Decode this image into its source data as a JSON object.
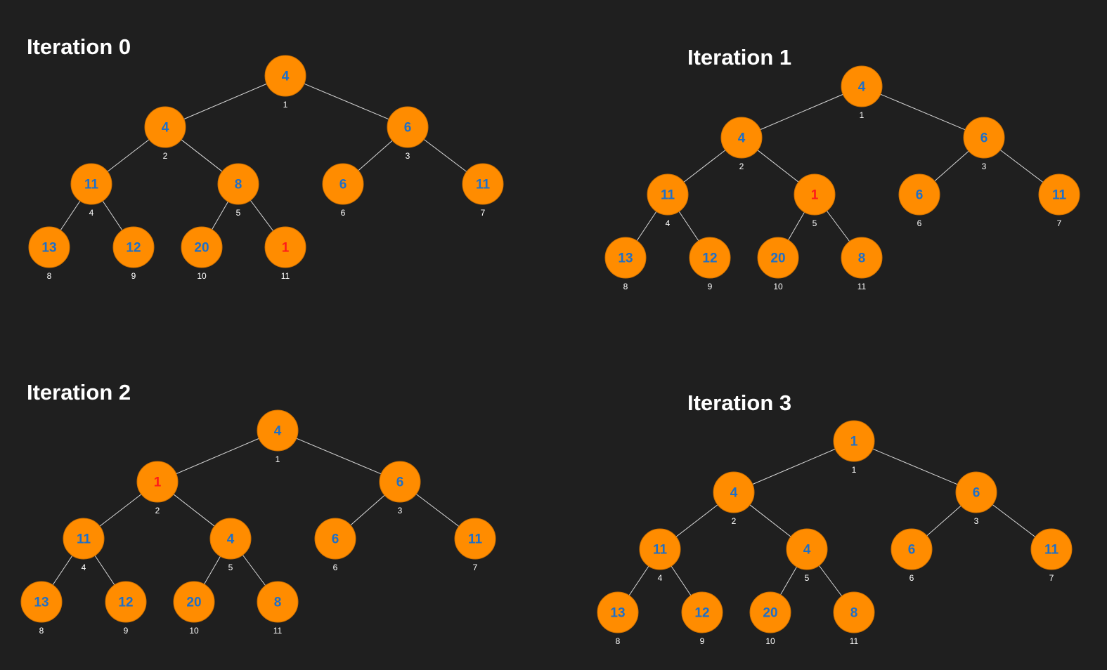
{
  "colors": {
    "background": "#1f1f1f",
    "node_fill": "#ff8c00",
    "value_text": "#1e6fc8",
    "highlight_text": "#ff1a1a",
    "edge": "#d9d9d9",
    "label_text": "#ffffff"
  },
  "panels": [
    {
      "title": "Iteration 0",
      "nodes": [
        {
          "index": "1",
          "value": "4",
          "highlight": false
        },
        {
          "index": "2",
          "value": "4",
          "highlight": false
        },
        {
          "index": "3",
          "value": "6",
          "highlight": false
        },
        {
          "index": "4",
          "value": "11",
          "highlight": false
        },
        {
          "index": "5",
          "value": "8",
          "highlight": false
        },
        {
          "index": "6",
          "value": "6",
          "highlight": false
        },
        {
          "index": "7",
          "value": "11",
          "highlight": false
        },
        {
          "index": "8",
          "value": "13",
          "highlight": false
        },
        {
          "index": "9",
          "value": "12",
          "highlight": false
        },
        {
          "index": "10",
          "value": "20",
          "highlight": false
        },
        {
          "index": "11",
          "value": "1",
          "highlight": true
        }
      ]
    },
    {
      "title": "Iteration 1",
      "nodes": [
        {
          "index": "1",
          "value": "4",
          "highlight": false
        },
        {
          "index": "2",
          "value": "4",
          "highlight": false
        },
        {
          "index": "3",
          "value": "6",
          "highlight": false
        },
        {
          "index": "4",
          "value": "11",
          "highlight": false
        },
        {
          "index": "5",
          "value": "1",
          "highlight": true
        },
        {
          "index": "6",
          "value": "6",
          "highlight": false
        },
        {
          "index": "7",
          "value": "11",
          "highlight": false
        },
        {
          "index": "8",
          "value": "13",
          "highlight": false
        },
        {
          "index": "9",
          "value": "12",
          "highlight": false
        },
        {
          "index": "10",
          "value": "20",
          "highlight": false
        },
        {
          "index": "11",
          "value": "8",
          "highlight": false
        }
      ]
    },
    {
      "title": "Iteration 2",
      "nodes": [
        {
          "index": "1",
          "value": "4",
          "highlight": false
        },
        {
          "index": "2",
          "value": "1",
          "highlight": true
        },
        {
          "index": "3",
          "value": "6",
          "highlight": false
        },
        {
          "index": "4",
          "value": "11",
          "highlight": false
        },
        {
          "index": "5",
          "value": "4",
          "highlight": false
        },
        {
          "index": "6",
          "value": "6",
          "highlight": false
        },
        {
          "index": "7",
          "value": "11",
          "highlight": false
        },
        {
          "index": "8",
          "value": "13",
          "highlight": false
        },
        {
          "index": "9",
          "value": "12",
          "highlight": false
        },
        {
          "index": "10",
          "value": "20",
          "highlight": false
        },
        {
          "index": "11",
          "value": "8",
          "highlight": false
        }
      ]
    },
    {
      "title": "Iteration 3",
      "nodes": [
        {
          "index": "1",
          "value": "1",
          "highlight": false
        },
        {
          "index": "2",
          "value": "4",
          "highlight": false
        },
        {
          "index": "3",
          "value": "6",
          "highlight": false
        },
        {
          "index": "4",
          "value": "11",
          "highlight": false
        },
        {
          "index": "5",
          "value": "4",
          "highlight": false
        },
        {
          "index": "6",
          "value": "6",
          "highlight": false
        },
        {
          "index": "7",
          "value": "11",
          "highlight": false
        },
        {
          "index": "8",
          "value": "13",
          "highlight": false
        },
        {
          "index": "9",
          "value": "12",
          "highlight": false
        },
        {
          "index": "10",
          "value": "20",
          "highlight": false
        },
        {
          "index": "11",
          "value": "8",
          "highlight": false
        }
      ]
    }
  ]
}
